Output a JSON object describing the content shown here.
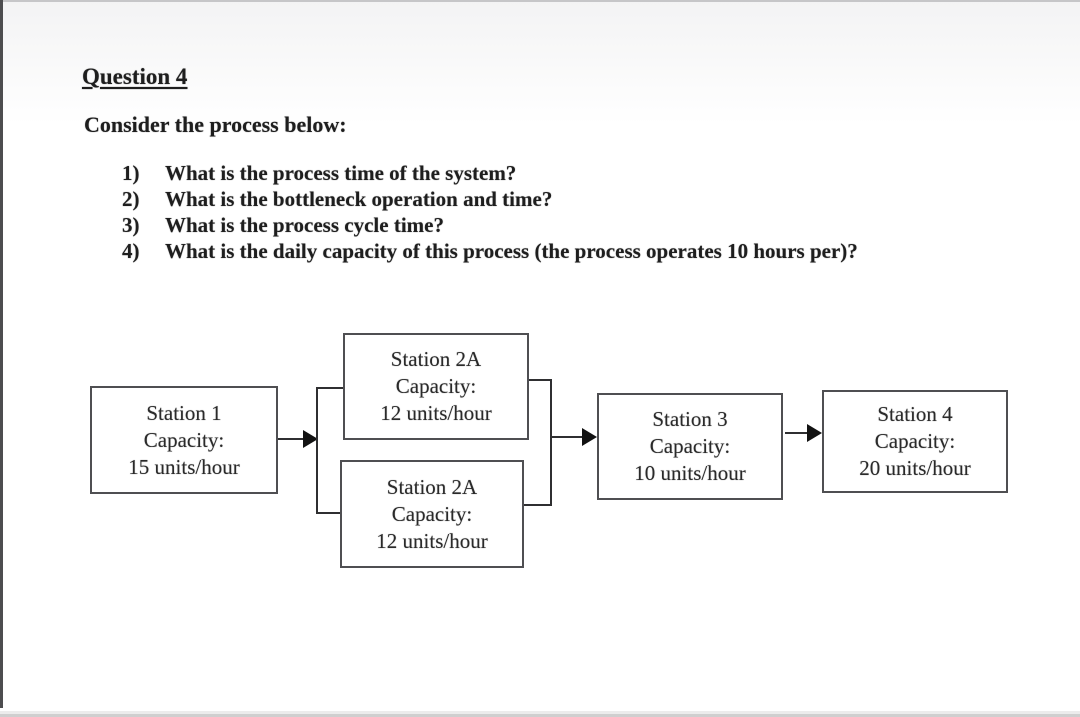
{
  "document": {
    "title": "Question 4",
    "intro": "Consider the process below:",
    "questions": [
      {
        "number": "1)",
        "text": "What is the process time of the system?"
      },
      {
        "number": "2)",
        "text": "What is the bottleneck operation and time?"
      },
      {
        "number": "3)",
        "text": "What is the process cycle time?"
      },
      {
        "number": "4)",
        "text": "What is the daily capacity of this process (the process operates 10 hours per)?"
      }
    ]
  },
  "diagram": {
    "stations": [
      {
        "name": "Station 1",
        "capacity_label": "Capacity:",
        "capacity": "15 units/hour"
      },
      {
        "name": "Station 2A",
        "capacity_label": "Capacity:",
        "capacity": "12 units/hour"
      },
      {
        "name": "Station 2A",
        "capacity_label": "Capacity:",
        "capacity": "12 units/hour"
      },
      {
        "name": "Station 3",
        "capacity_label": "Capacity:",
        "capacity": "10 units/hour"
      },
      {
        "name": "Station 4",
        "capacity_label": "Capacity:",
        "capacity": "20 units/hour"
      }
    ]
  },
  "colors": {
    "page_background": "#ffffff",
    "text": "#1e1e1e",
    "box_border": "#4f4f52",
    "connector": "#2f2f31",
    "top_gradient": "#f3f3f4",
    "edge_line": "#4d4d4f"
  }
}
